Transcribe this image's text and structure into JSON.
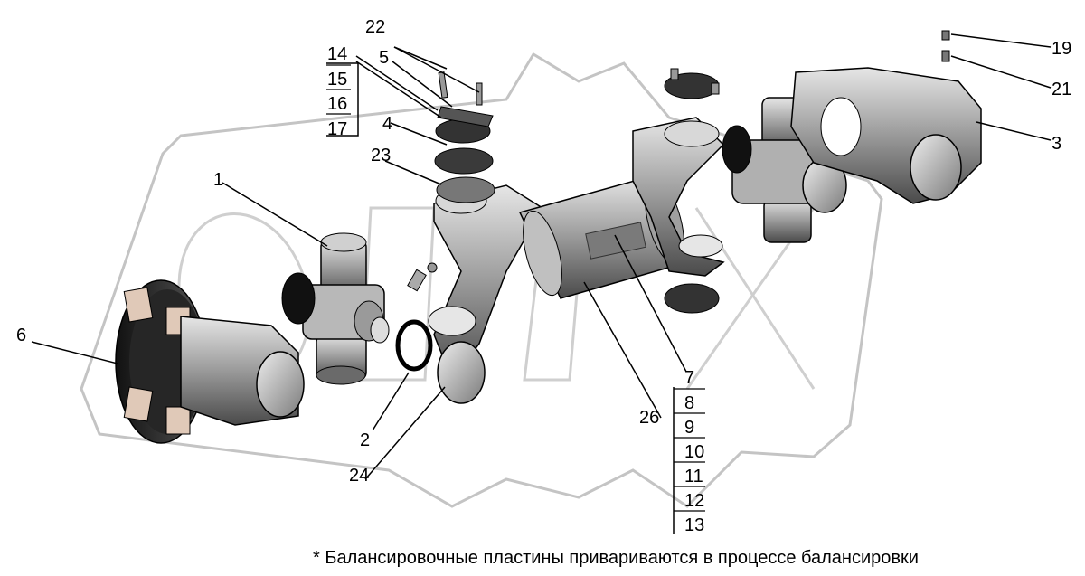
{
  "diagram": {
    "labels": {
      "n1": "1",
      "n2": "2",
      "n3": "3",
      "n4": "4",
      "n5": "5",
      "n6": "6",
      "n7": "7",
      "n8": "8",
      "n9": "9",
      "n10": "10",
      "n11": "11",
      "n12": "12",
      "n13": "13",
      "n14": "14",
      "n15": "15",
      "n16": "16",
      "n17": "17",
      "n19": "19",
      "n21": "21",
      "n22": "22",
      "n23": "23",
      "n24": "24",
      "n26": "26"
    },
    "footnote": "* Балансировочные пластины привариваются в процессе балансировки",
    "colors": {
      "part_fill": "#c8c8c8",
      "part_dark": "#1a1a1a",
      "part_mid": "#8c8c8c",
      "watermark": "#bdbdbd"
    }
  }
}
